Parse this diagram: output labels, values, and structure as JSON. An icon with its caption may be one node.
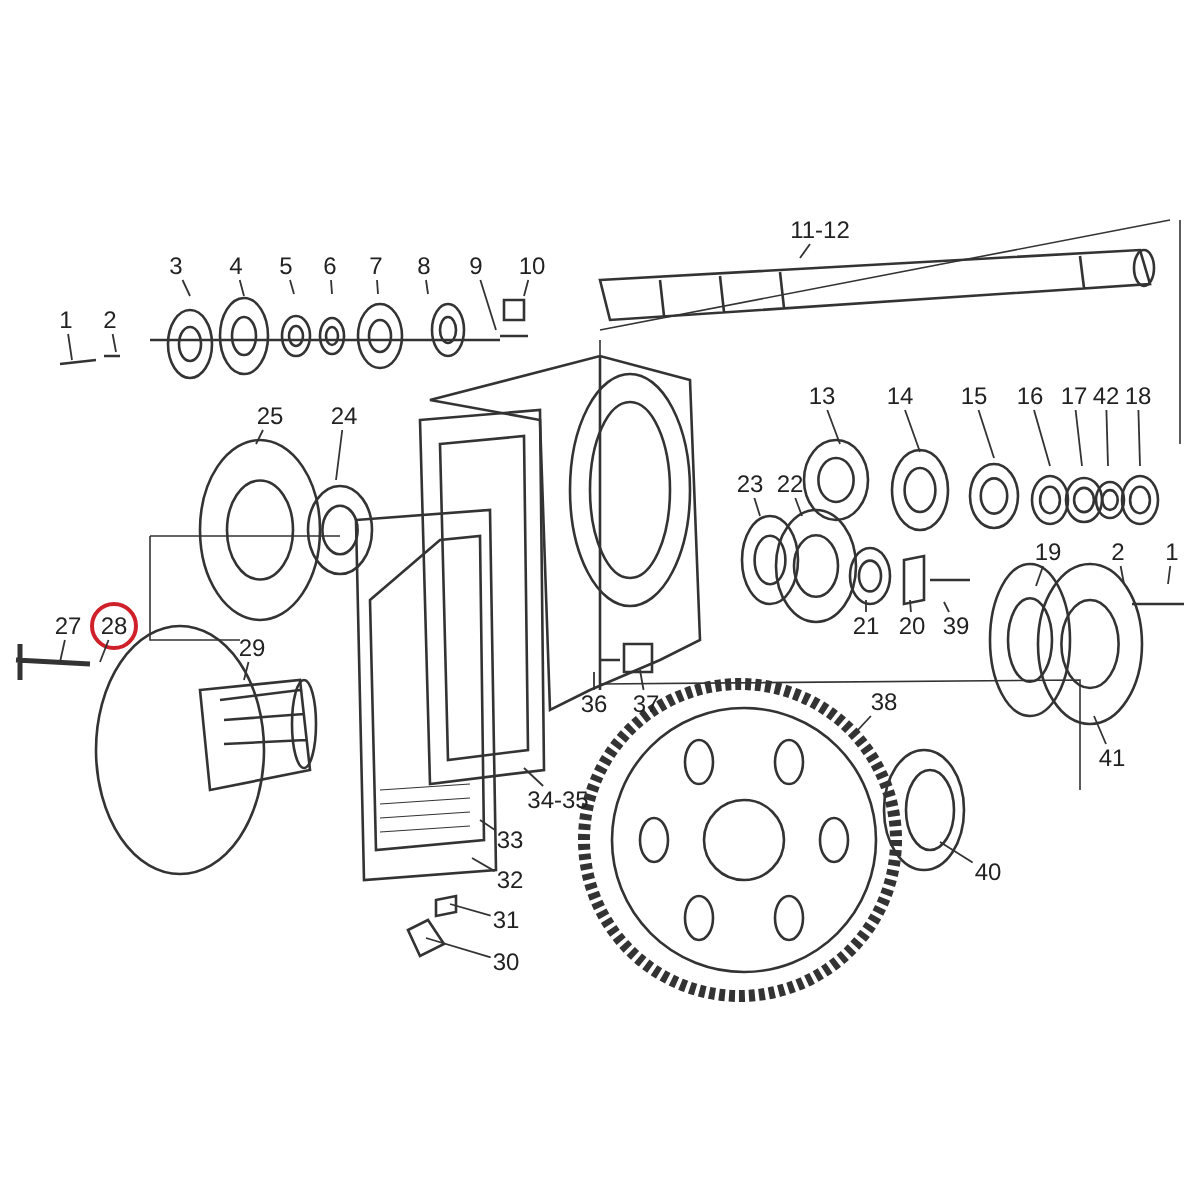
{
  "diagram": {
    "nodes": [
      {
        "text": [
          "11-12"
        ]
      },
      {
        "text": [
          "3"
        ]
      },
      {
        "text": [
          "4"
        ]
      },
      {
        "text": [
          "5"
        ]
      },
      {
        "text": [
          "6"
        ]
      },
      {
        "text": [
          "7"
        ]
      },
      {
        "text": [
          "8"
        ]
      },
      {
        "text": [
          "9"
        ]
      },
      {
        "text": [
          "10"
        ]
      },
      {
        "text": [
          "1"
        ]
      },
      {
        "text": [
          "2"
        ]
      },
      {
        "text": [
          "13"
        ]
      },
      {
        "text": [
          "14"
        ]
      },
      {
        "text": [
          "15"
        ]
      },
      {
        "text": [
          "16"
        ]
      },
      {
        "text": [
          "17"
        ]
      },
      {
        "text": [
          "42"
        ]
      },
      {
        "text": [
          "18"
        ]
      },
      {
        "text": [
          "25"
        ]
      },
      {
        "text": [
          "24"
        ]
      },
      {
        "text": [
          "23"
        ]
      },
      {
        "text": [
          "22"
        ]
      },
      {
        "text": [
          "19"
        ]
      },
      {
        "text": [
          "2"
        ]
      },
      {
        "text": [
          "1"
        ]
      },
      {
        "text": [
          "27"
        ]
      },
      {
        "text": [
          "28"
        ]
      },
      {
        "text": [
          "21"
        ]
      },
      {
        "text": [
          "20"
        ]
      },
      {
        "text": [
          "39"
        ]
      },
      {
        "text": [
          "36"
        ]
      },
      {
        "text": [
          "37"
        ]
      },
      {
        "text": [
          "38"
        ]
      },
      {
        "text": [
          "29"
        ]
      },
      {
        "text": [
          "41"
        ]
      },
      {
        "text": [
          "34-35"
        ]
      },
      {
        "text": [
          "33"
        ]
      },
      {
        "text": [
          "32"
        ]
      },
      {
        "text": [
          "40"
        ]
      },
      {
        "text": [
          "31"
        ]
      },
      {
        "text": [
          "30"
        ]
      }
    ],
    "edges": [
      {
        "from": 0,
        "to": null,
        "arrow": "none"
      },
      {
        "from": 1,
        "to": null,
        "arrow": "none"
      },
      {
        "from": 2,
        "to": null,
        "arrow": "none"
      },
      {
        "from": 3,
        "to": null,
        "arrow": "none"
      },
      {
        "from": 4,
        "to": null,
        "arrow": "none"
      },
      {
        "from": 5,
        "to": null,
        "arrow": "none"
      },
      {
        "from": 6,
        "to": null,
        "arrow": "none"
      },
      {
        "from": 7,
        "to": null,
        "arrow": "none"
      },
      {
        "from": 8,
        "to": null,
        "arrow": "none"
      },
      {
        "from": 9,
        "to": null,
        "arrow": "none"
      },
      {
        "from": 10,
        "to": null,
        "arrow": "none"
      },
      {
        "from": 11,
        "to": null,
        "arrow": "none"
      },
      {
        "from": 12,
        "to": null,
        "arrow": "none"
      },
      {
        "from": 13,
        "to": null,
        "arrow": "none"
      },
      {
        "from": 14,
        "to": null,
        "arrow": "none"
      },
      {
        "from": 15,
        "to": null,
        "arrow": "none"
      },
      {
        "from": 16,
        "to": null,
        "arrow": "none"
      },
      {
        "from": 17,
        "to": null,
        "arrow": "none"
      },
      {
        "from": 18,
        "to": null,
        "arrow": "none"
      },
      {
        "from": 19,
        "to": null,
        "arrow": "none"
      },
      {
        "from": 20,
        "to": null,
        "arrow": "none"
      },
      {
        "from": 21,
        "to": null,
        "arrow": "none"
      },
      {
        "from": 22,
        "to": null,
        "arrow": "none"
      },
      {
        "from": 23,
        "to": null,
        "arrow": "none"
      },
      {
        "from": 24,
        "to": null,
        "arrow": "none"
      },
      {
        "from": 25,
        "to": null,
        "arrow": "none"
      },
      {
        "from": 26,
        "to": null,
        "arrow": "none"
      },
      {
        "from": 27,
        "to": null,
        "arrow": "none"
      },
      {
        "from": 28,
        "to": null,
        "arrow": "none"
      },
      {
        "from": 29,
        "to": null,
        "arrow": "none"
      },
      {
        "from": 30,
        "to": null,
        "arrow": "none"
      },
      {
        "from": 31,
        "to": null,
        "arrow": "none"
      },
      {
        "from": 32,
        "to": null,
        "arrow": "none"
      },
      {
        "from": 33,
        "to": null,
        "arrow": "none"
      },
      {
        "from": 34,
        "to": null,
        "arrow": "none"
      },
      {
        "from": 35,
        "to": null,
        "arrow": "none"
      },
      {
        "from": 36,
        "to": null,
        "arrow": "none"
      },
      {
        "from": 37,
        "to": null,
        "arrow": "none"
      },
      {
        "from": 38,
        "to": null,
        "arrow": "none"
      },
      {
        "from": 39,
        "to": null,
        "arrow": "none"
      },
      {
        "from": 40,
        "to": null,
        "arrow": "none"
      }
    ]
  }
}
